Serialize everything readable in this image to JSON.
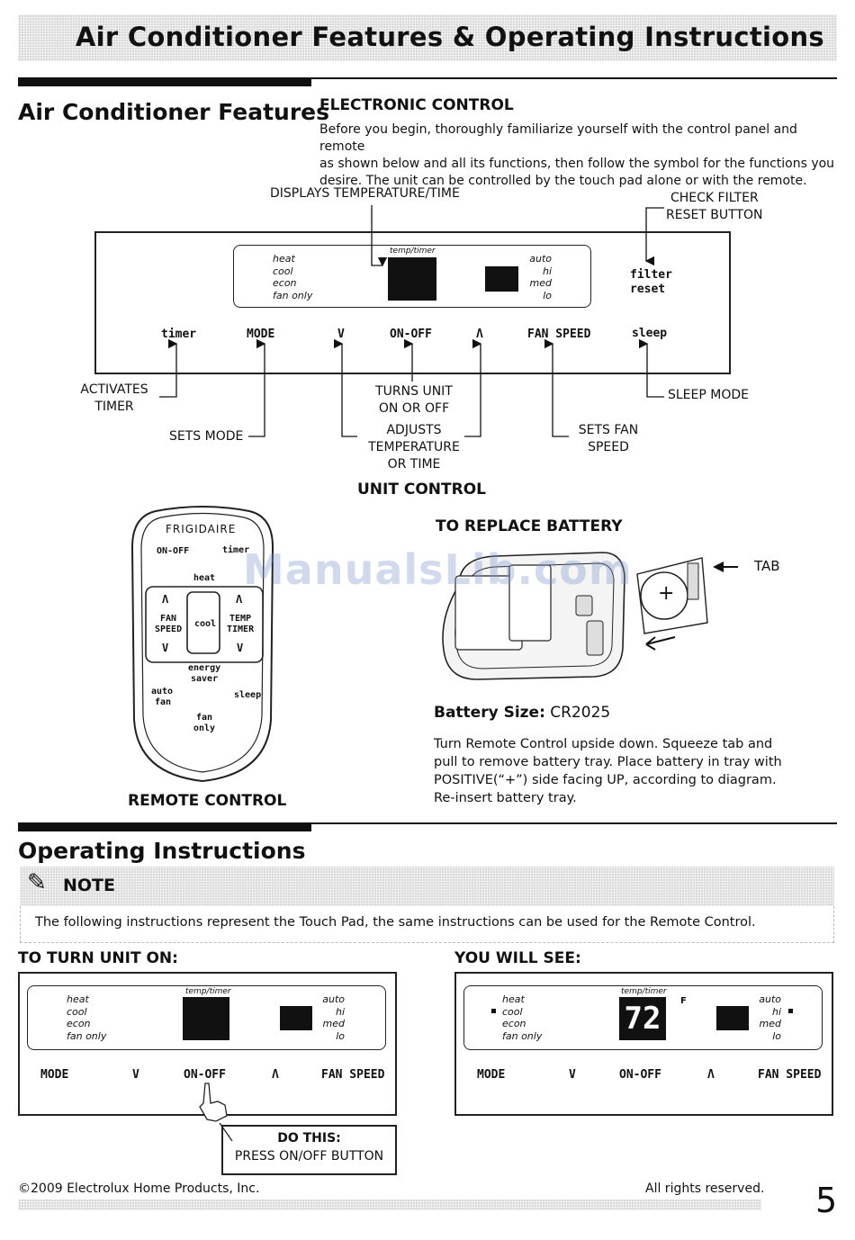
{
  "header": {
    "title": "Air Conditioner Features & Operating Instructions"
  },
  "features": {
    "title": "Air Conditioner Features",
    "subtitle": "ELECTRONIC CONTROL",
    "intro_lines": [
      "Before you begin, thoroughly familiarize yourself with the control panel and remote",
      "as shown below and all its functions, then follow the symbol for the functions you",
      "desire. The unit can be controlled by the touch pad alone or with the remote."
    ]
  },
  "unit_control": {
    "caption": "UNIT CONTROL",
    "display_label": "DISPLAYS TEMPERATURE/TIME",
    "check_filter_lines": [
      "CHECK FILTER",
      "RESET BUTTON"
    ],
    "display_tag": "temp/timer",
    "modes_left": [
      "heat",
      "cool",
      "econ",
      "fan only"
    ],
    "speeds_right": [
      "auto",
      "hi",
      "med",
      "lo"
    ],
    "filter_reset": [
      "filter",
      "reset"
    ],
    "buttons": {
      "timer": "timer",
      "mode": "MODE",
      "down": "V",
      "onoff": "ON-OFF",
      "up": "Λ",
      "fan_speed": "FAN SPEED",
      "sleep": "sleep"
    },
    "callouts": {
      "activates_timer": [
        "ACTIVATES",
        "TIMER"
      ],
      "sets_mode": "SETS MODE",
      "turns_unit": [
        "TURNS UNIT",
        "ON OR OFF"
      ],
      "adjusts": [
        "ADJUSTS",
        "TEMPERATURE",
        "OR TIME"
      ],
      "sets_fan": [
        "SETS FAN",
        "SPEED"
      ],
      "sleep_mode": "SLEEP MODE"
    }
  },
  "remote": {
    "brand": "FRIGIDAIRE",
    "onoff": "ON-OFF",
    "timer": "timer",
    "heat": "heat",
    "up": "Λ",
    "down": "V",
    "fan_speed": [
      "FAN",
      "SPEED"
    ],
    "cool": "cool",
    "temp_timer": [
      "TEMP",
      "TIMER"
    ],
    "energy_saver": [
      "energy",
      "saver"
    ],
    "auto_fan": [
      "auto",
      "fan"
    ],
    "sleep": "sleep",
    "fan_only": [
      "fan",
      "only"
    ],
    "caption": "REMOTE CONTROL"
  },
  "battery": {
    "title": "TO REPLACE BATTERY",
    "tab_label": "TAB",
    "plus": "+",
    "size_label": "Battery Size:",
    "size_value": "CR2025",
    "instructions": [
      "Turn Remote Control upside down. Squeeze tab and",
      "pull to remove battery tray. Place battery in tray with",
      "POSITIVE(“+”) side facing UP, according to diagram.",
      "Re-insert battery tray."
    ]
  },
  "watermark": "ManualsLib.com",
  "operating": {
    "title": "Operating Instructions",
    "note_label": "NOTE",
    "note_text": "The following instructions represent the Touch Pad, the same instructions can be used for the Remote Control.",
    "turn_on_title": "TO TURN UNIT ON:",
    "you_will_see_title": "YOU WILL SEE:",
    "panel": {
      "display_tag": "temp/timer",
      "modes_left": [
        "heat",
        "cool",
        "econ",
        "fan only"
      ],
      "speeds_right": [
        "auto",
        "hi",
        "med",
        "lo"
      ],
      "buttons": {
        "mode": "MODE",
        "down": "V",
        "onoff": "ON-OFF",
        "up": "Λ",
        "fan_speed": "FAN SPEED"
      }
    },
    "result": {
      "temperature": "72",
      "unit": "F"
    },
    "do_this": {
      "title": "DO THIS:",
      "text": "PRESS ON/OFF BUTTON"
    }
  },
  "footer": {
    "copyright": "©2009 Electrolux Home Products, Inc.",
    "rights": "All rights reserved.",
    "page_number": "5"
  }
}
